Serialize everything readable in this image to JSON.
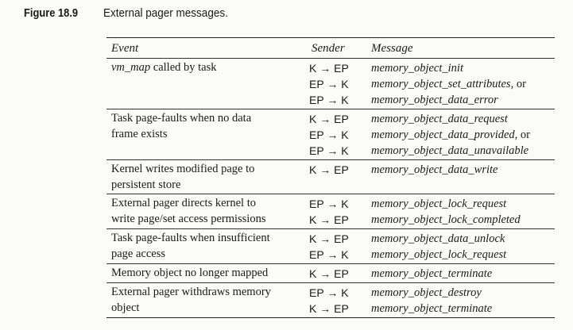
{
  "figure": {
    "number": "Figure 18.9",
    "title": "External pager messages."
  },
  "table": {
    "headers": {
      "event": "Event",
      "sender": "Sender",
      "message": "Message"
    },
    "rows": [
      {
        "event_lines": [
          {
            "italic": "vm_map",
            "rest": " called by task"
          }
        ],
        "messages": [
          {
            "sender": "K → EP",
            "name": "memory_object_init",
            "suffix": ""
          },
          {
            "sender": "EP → K",
            "name": "memory_object_set_attributes",
            "suffix": ", or"
          },
          {
            "sender": "EP → K",
            "name": "memory_object_data_error",
            "suffix": ""
          }
        ]
      },
      {
        "event_lines": [
          {
            "italic": "",
            "rest": "Task page-faults when no data"
          },
          {
            "italic": "",
            "rest": "frame exists"
          }
        ],
        "messages": [
          {
            "sender": "K → EP",
            "name": "memory_object_data_request",
            "suffix": ""
          },
          {
            "sender": "EP → K",
            "name": "memory_object_data_provided",
            "suffix": ", or"
          },
          {
            "sender": "EP → K",
            "name": "memory_object_data_unavailable",
            "suffix": ""
          }
        ]
      },
      {
        "event_lines": [
          {
            "italic": "",
            "rest": "Kernel writes modified page to"
          },
          {
            "italic": "",
            "rest": "persistent store"
          }
        ],
        "messages": [
          {
            "sender": "K → EP",
            "name": "memory_object_data_write",
            "suffix": ""
          }
        ]
      },
      {
        "event_lines": [
          {
            "italic": "",
            "rest": "External pager directs kernel to"
          },
          {
            "italic": "",
            "rest": "write page/set access permissions"
          }
        ],
        "messages": [
          {
            "sender": "EP → K",
            "name": "memory_object_lock_request",
            "suffix": ""
          },
          {
            "sender": "K → EP",
            "name": "memory_object_lock_completed",
            "suffix": ""
          }
        ]
      },
      {
        "event_lines": [
          {
            "italic": "",
            "rest": "Task page-faults when insufficient"
          },
          {
            "italic": "",
            "rest": "page access"
          }
        ],
        "messages": [
          {
            "sender": "K → EP",
            "name": "memory_object_data_unlock",
            "suffix": ""
          },
          {
            "sender": "EP → K",
            "name": "memory_object_lock_request",
            "suffix": ""
          }
        ]
      },
      {
        "event_lines": [
          {
            "italic": "",
            "rest": "Memory object no longer mapped"
          }
        ],
        "messages": [
          {
            "sender": "K → EP",
            "name": "memory_object_terminate",
            "suffix": ""
          }
        ]
      },
      {
        "event_lines": [
          {
            "italic": "",
            "rest": "External pager withdraws memory"
          },
          {
            "italic": "",
            "rest": "object"
          }
        ],
        "messages": [
          {
            "sender": "EP → K",
            "name": "memory_object_destroy",
            "suffix": ""
          },
          {
            "sender": "K → EP",
            "name": "memory_object_terminate",
            "suffix": ""
          }
        ]
      }
    ]
  }
}
